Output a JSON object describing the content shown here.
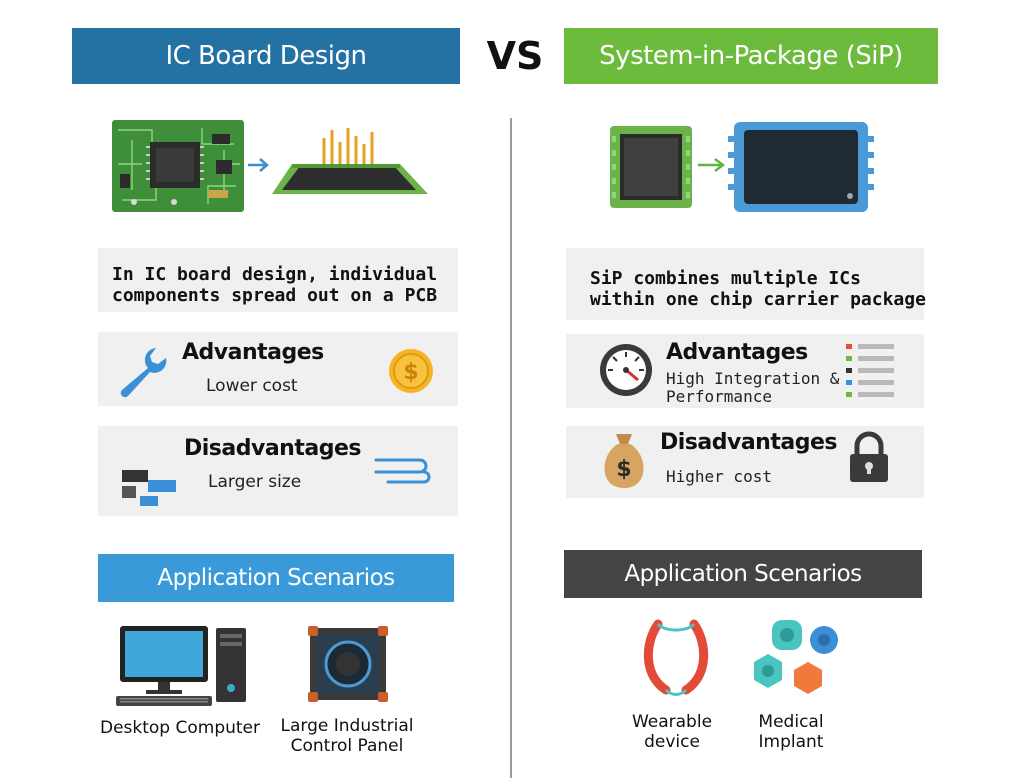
{
  "left": {
    "header": "IC Board Design",
    "header_color": "#2471a3",
    "description": "In IC board design, individual\ncomponents spread out on a PCB",
    "advantages": {
      "title": "Advantages",
      "text": "Lower cost"
    },
    "disadvantages": {
      "title": "Disadvantages",
      "text": "Larger size"
    },
    "scenarios_header": "Application Scenarios",
    "scenarios_color": "#3a9ad9",
    "apps": [
      {
        "label": "Desktop Computer"
      },
      {
        "label": "Large Industrial\nControl Panel"
      }
    ]
  },
  "vs_label": "VS",
  "right": {
    "header": "System-in-Package (SiP)",
    "header_color": "#6cbb3c",
    "description": "SiP combines multiple ICs\nwithin one chip carrier package",
    "advantages": {
      "title": "Advantages",
      "text": "High Integration &\nPerformance"
    },
    "disadvantages": {
      "title": "Disadvantages",
      "text": "Higher cost"
    },
    "scenarios_header": "Application Scenarios",
    "scenarios_color": "#444444",
    "apps": [
      {
        "label": "Wearable\ndevice"
      },
      {
        "label": "Medical\nImplant"
      }
    ]
  }
}
